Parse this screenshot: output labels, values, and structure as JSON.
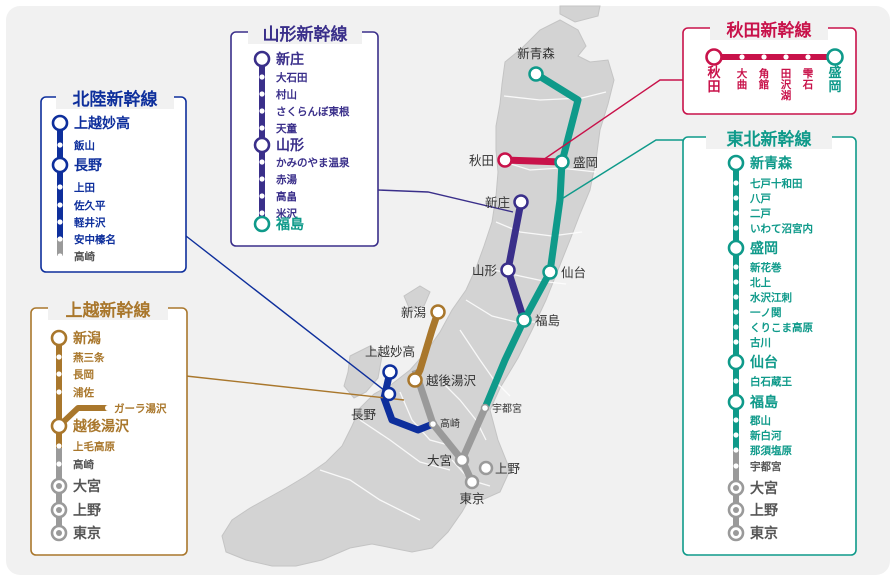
{
  "colors": {
    "tohoku": "#0f9a8a",
    "akita": "#c8124a",
    "yamagata": "#3a2f8a",
    "hokuriku": "#0e2f9c",
    "joetsu": "#a9772c",
    "gray": "#9a9a9a",
    "land": "#d3d3d3",
    "bg": "#f1f1f1"
  },
  "map_labels": {
    "shin_aomori": "新青森",
    "akita": "秋田",
    "morioka": "盛岡",
    "shinjo": "新庄",
    "yamagata": "山形",
    "sendai": "仙台",
    "fukushima": "福島",
    "niigata": "新潟",
    "joetsumyoko": "上越妙高",
    "echigoyuzawa": "越後湯沢",
    "nagano": "長野",
    "takasaki": "高崎",
    "utsunomiya": "宇都宮",
    "omiya": "大宮",
    "ueno": "上野",
    "tokyo": "東京"
  },
  "legends": {
    "yamagata": {
      "title": "山形新幹線",
      "stations": [
        {
          "name": "新庄",
          "major": true
        },
        {
          "name": "大石田",
          "major": false
        },
        {
          "name": "村山",
          "major": false
        },
        {
          "name": "さくらんぼ東根",
          "major": false
        },
        {
          "name": "天童",
          "major": false
        },
        {
          "name": "山形",
          "major": true
        },
        {
          "name": "かみのやま温泉",
          "major": false
        },
        {
          "name": "赤湯",
          "major": false
        },
        {
          "name": "高畠",
          "major": false
        },
        {
          "name": "米沢",
          "major": false
        },
        {
          "name": "福島",
          "major": true,
          "alt": true
        }
      ]
    },
    "hokuriku": {
      "title": "北陸新幹線",
      "stations": [
        {
          "name": "上越妙高",
          "major": true
        },
        {
          "name": "飯山",
          "major": false
        },
        {
          "name": "長野",
          "major": true
        },
        {
          "name": "上田",
          "major": false
        },
        {
          "name": "佐久平",
          "major": false
        },
        {
          "name": "軽井沢",
          "major": false
        },
        {
          "name": "安中榛名",
          "major": false
        },
        {
          "name": "高崎",
          "major": false,
          "gray": true
        }
      ]
    },
    "joetsu": {
      "title": "上越新幹線",
      "stations": [
        {
          "name": "新潟",
          "major": true
        },
        {
          "name": "燕三条",
          "major": false
        },
        {
          "name": "長岡",
          "major": false
        },
        {
          "name": "浦佐",
          "major": false
        },
        {
          "name": "越後湯沢",
          "major": true
        },
        {
          "name": "上毛高原",
          "major": false
        },
        {
          "name": "高崎",
          "major": false,
          "gray": true
        },
        {
          "name": "大宮",
          "major": true,
          "gray": true
        },
        {
          "name": "上野",
          "major": true,
          "gray": true
        },
        {
          "name": "東京",
          "major": true,
          "gray": true
        }
      ],
      "branch": "ガーラ湯沢"
    },
    "akita": {
      "title": "秋田新幹線",
      "stations": [
        "秋田",
        "大曲",
        "角館",
        "田沢湖",
        "雫石",
        "盛岡"
      ]
    },
    "tohoku": {
      "title": "東北新幹線",
      "stations": [
        {
          "name": "新青森",
          "major": true
        },
        {
          "name": "七戸十和田",
          "major": false
        },
        {
          "name": "八戸",
          "major": false
        },
        {
          "name": "二戸",
          "major": false
        },
        {
          "name": "いわて沼宮内",
          "major": false
        },
        {
          "name": "盛岡",
          "major": true
        },
        {
          "name": "新花巻",
          "major": false
        },
        {
          "name": "北上",
          "major": false
        },
        {
          "name": "水沢江刺",
          "major": false
        },
        {
          "name": "一ノ関",
          "major": false
        },
        {
          "name": "くりこま高原",
          "major": false
        },
        {
          "name": "古川",
          "major": false
        },
        {
          "name": "仙台",
          "major": true
        },
        {
          "name": "白石蔵王",
          "major": false
        },
        {
          "name": "福島",
          "major": true
        },
        {
          "name": "郡山",
          "major": false
        },
        {
          "name": "新白河",
          "major": false
        },
        {
          "name": "那須塩原",
          "major": false
        },
        {
          "name": "宇都宮",
          "major": false,
          "gray": true
        },
        {
          "name": "大宮",
          "major": true,
          "gray": true
        },
        {
          "name": "上野",
          "major": true,
          "gray": true
        },
        {
          "name": "東京",
          "major": true,
          "gray": true
        }
      ]
    }
  }
}
